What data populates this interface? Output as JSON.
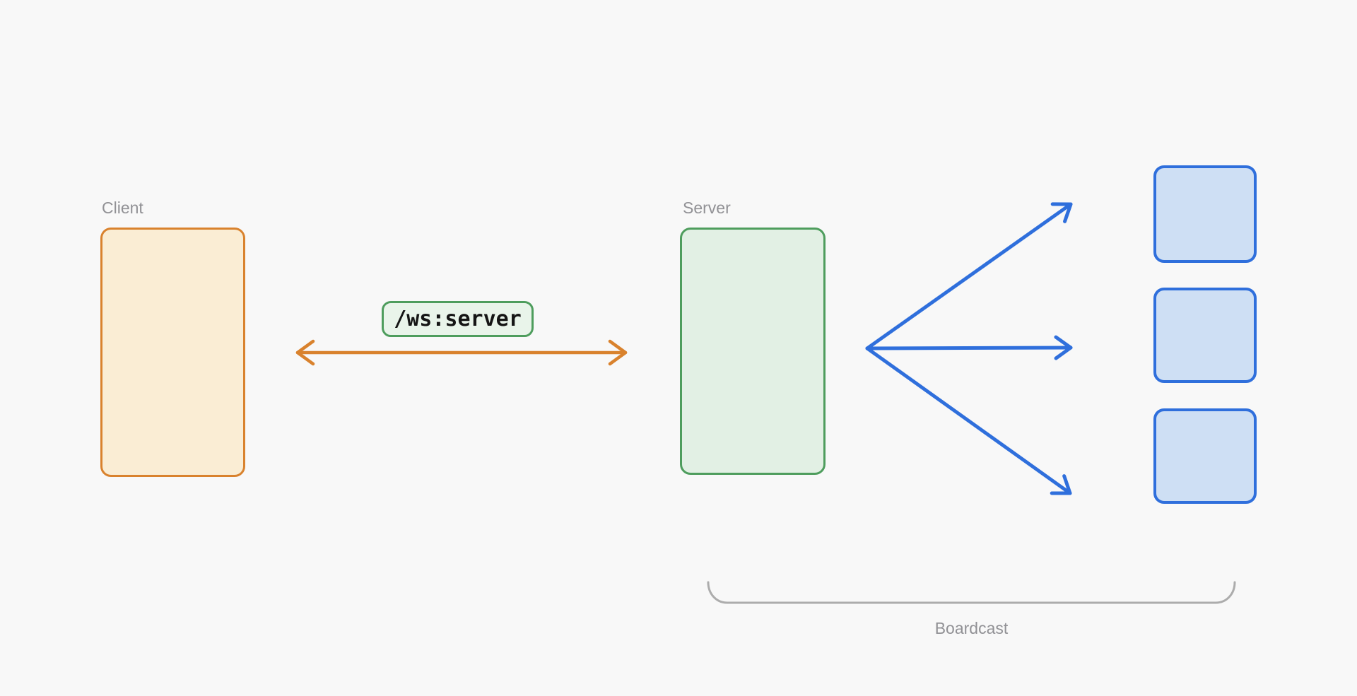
{
  "diagram": {
    "nodes": {
      "client": {
        "label": "Client"
      },
      "server": {
        "label": "Server"
      },
      "receivers_count": 3
    },
    "connection": {
      "route_badge": "/ws:server",
      "direction": "bidirectional"
    },
    "broadcast": {
      "label": "Boardcast"
    },
    "colors": {
      "background": "#F8F8F8",
      "orange_stroke": "#D9822D",
      "orange_fill": "#FAEDD4",
      "green_stroke": "#4E9D5D",
      "green_fill": "#E2F0E4",
      "badge_fill": "#E9F4EA",
      "blue_stroke": "#2F6FDC",
      "blue_fill": "#CEDFF4",
      "label_gray": "#919195",
      "brace_gray": "#ACACAC"
    }
  }
}
